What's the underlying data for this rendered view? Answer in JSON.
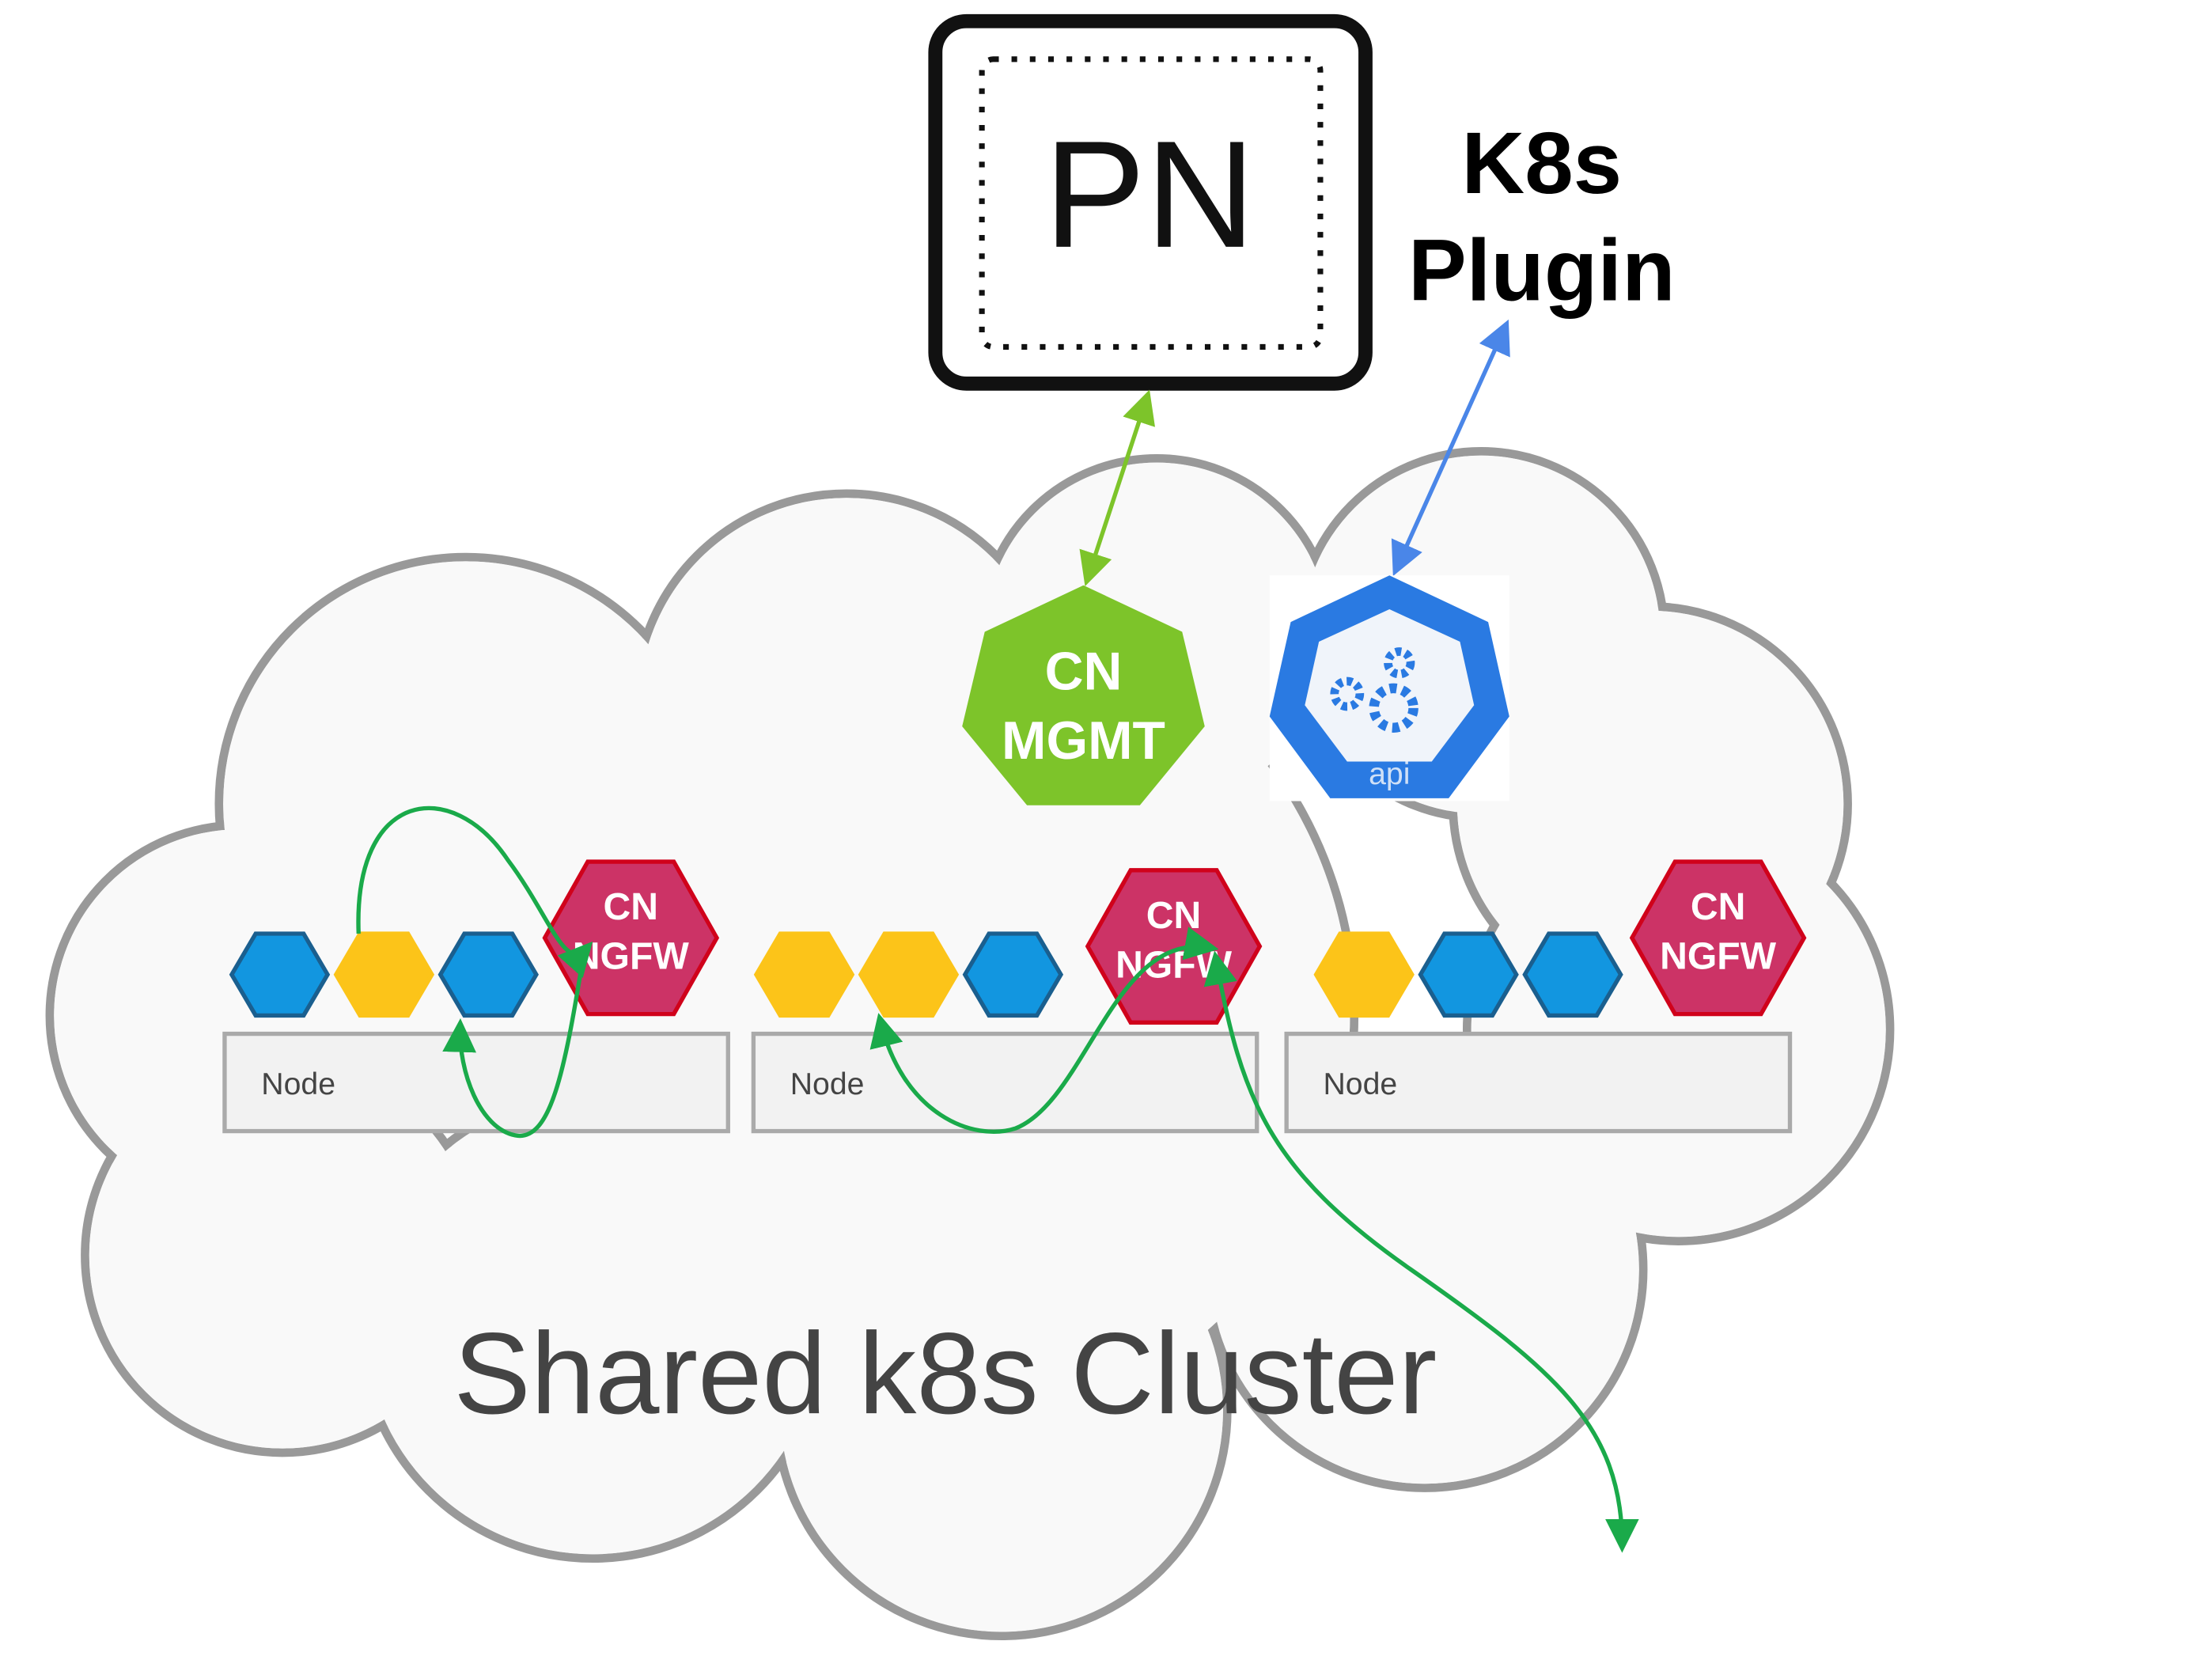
{
  "pn_box": {
    "label": "PN"
  },
  "plugin": {
    "line1": "K8s",
    "line2": "Plugin"
  },
  "mgmt": {
    "line1": "CN",
    "line2": "MGMT",
    "color": "#7dc42a"
  },
  "api": {
    "label": "api",
    "color": "#2a7ae2",
    "icon": "kubernetes-api-gears-icon"
  },
  "nodes": [
    {
      "label": "Node",
      "pods": [
        "blue",
        "yellow",
        "blue"
      ],
      "ngfw": {
        "line1": "CN",
        "line2": "NGFW"
      }
    },
    {
      "label": "Node",
      "pods": [
        "yellow",
        "yellow",
        "blue"
      ],
      "ngfw": {
        "line1": "CN",
        "line2": "NGFW"
      }
    },
    {
      "label": "Node",
      "pods": [
        "yellow",
        "blue",
        "blue"
      ],
      "ngfw": {
        "line1": "CN",
        "line2": "NGFW"
      }
    }
  ],
  "cluster": {
    "label": "Shared k8s Cluster"
  },
  "colors": {
    "pod_blue": "#1296e0",
    "pod_yellow": "#fcc419",
    "ngfw": "#cc3366",
    "traffic": "#1aaa4a",
    "link_mgmt": "#7dc42a",
    "link_plugin": "#4a86e8"
  }
}
